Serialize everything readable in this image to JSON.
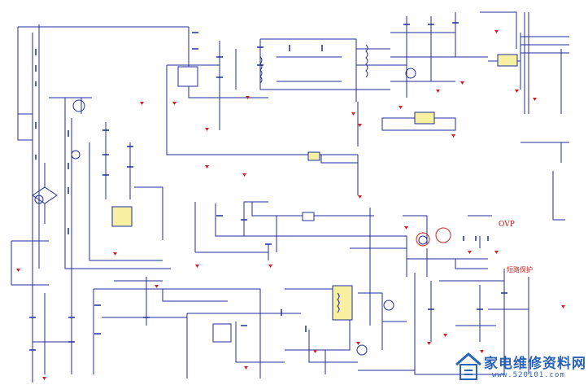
{
  "annotations": {
    "ovp": "OVP",
    "short_protect": "短路保护"
  },
  "watermark": {
    "brand": "家电维修资料网",
    "url": "www.520101.com"
  },
  "colors": {
    "wire": "#1f2e9e",
    "ground": "#d42020",
    "ic_fill": "#f6f0a0",
    "annotation": "#cc1a1a",
    "watermark": "#2a63b8"
  }
}
